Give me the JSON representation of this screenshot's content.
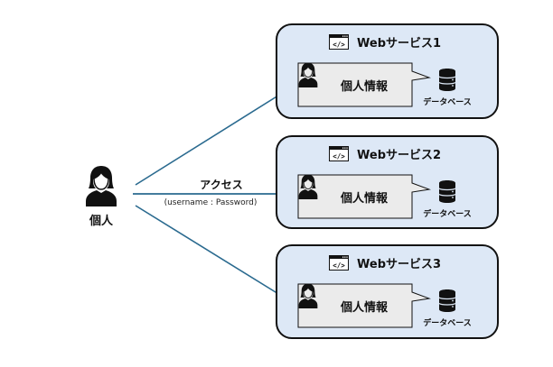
{
  "user": {
    "label": "個人",
    "icon": "person-icon"
  },
  "access": {
    "label": "アクセス",
    "credentials": "(username : Password)"
  },
  "colors": {
    "arrow": "#2a6a8f",
    "service_bg": "#dde8f6",
    "info_bg": "#ebebeb",
    "border": "#111111"
  },
  "services": [
    {
      "title": "Webサービス1",
      "info_label": "個人情報",
      "db_label": "データベース"
    },
    {
      "title": "Webサービス2",
      "info_label": "個人情報",
      "db_label": "データベース"
    },
    {
      "title": "Webサービス3",
      "info_label": "個人情報",
      "db_label": "データベース"
    }
  ]
}
